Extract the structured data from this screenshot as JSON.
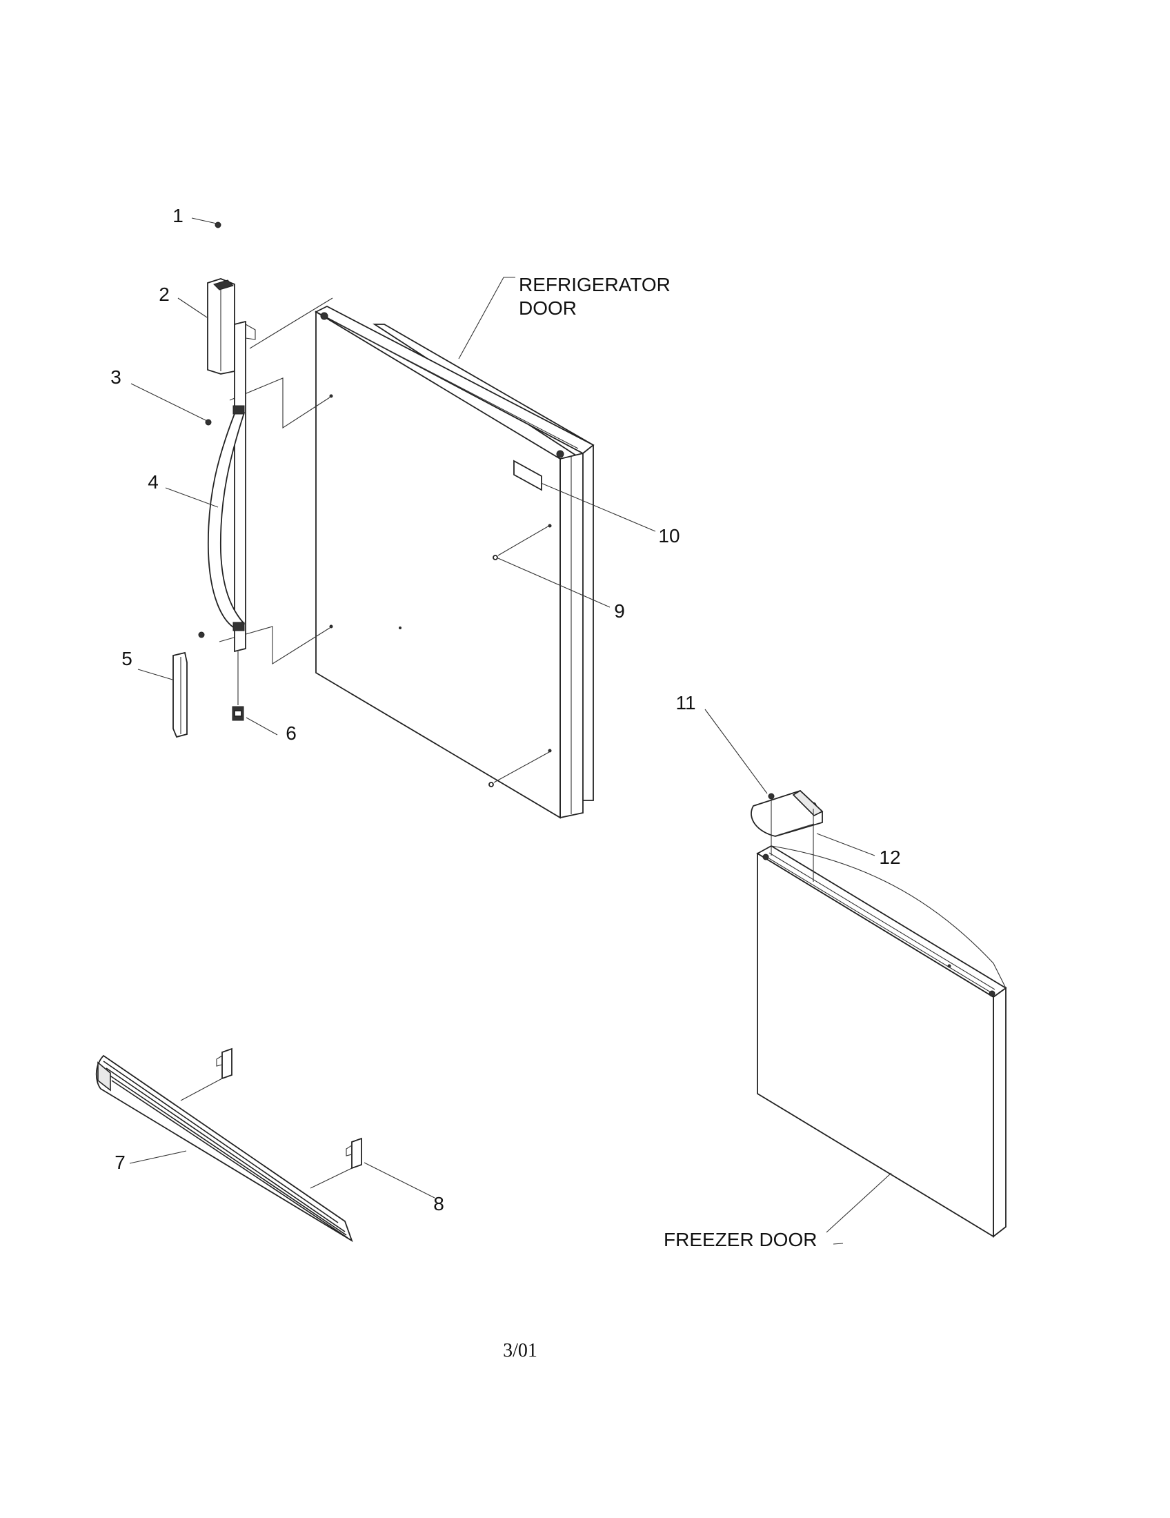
{
  "diagram": {
    "labels": {
      "refrigerator_door_line1": "REFRIGERATOR",
      "refrigerator_door_line2": "DOOR",
      "freezer_door": "FREEZER DOOR"
    },
    "callouts": [
      "1",
      "2",
      "3",
      "4",
      "5",
      "6",
      "7",
      "8",
      "9",
      "10",
      "11",
      "12"
    ],
    "footer": "3/01"
  }
}
